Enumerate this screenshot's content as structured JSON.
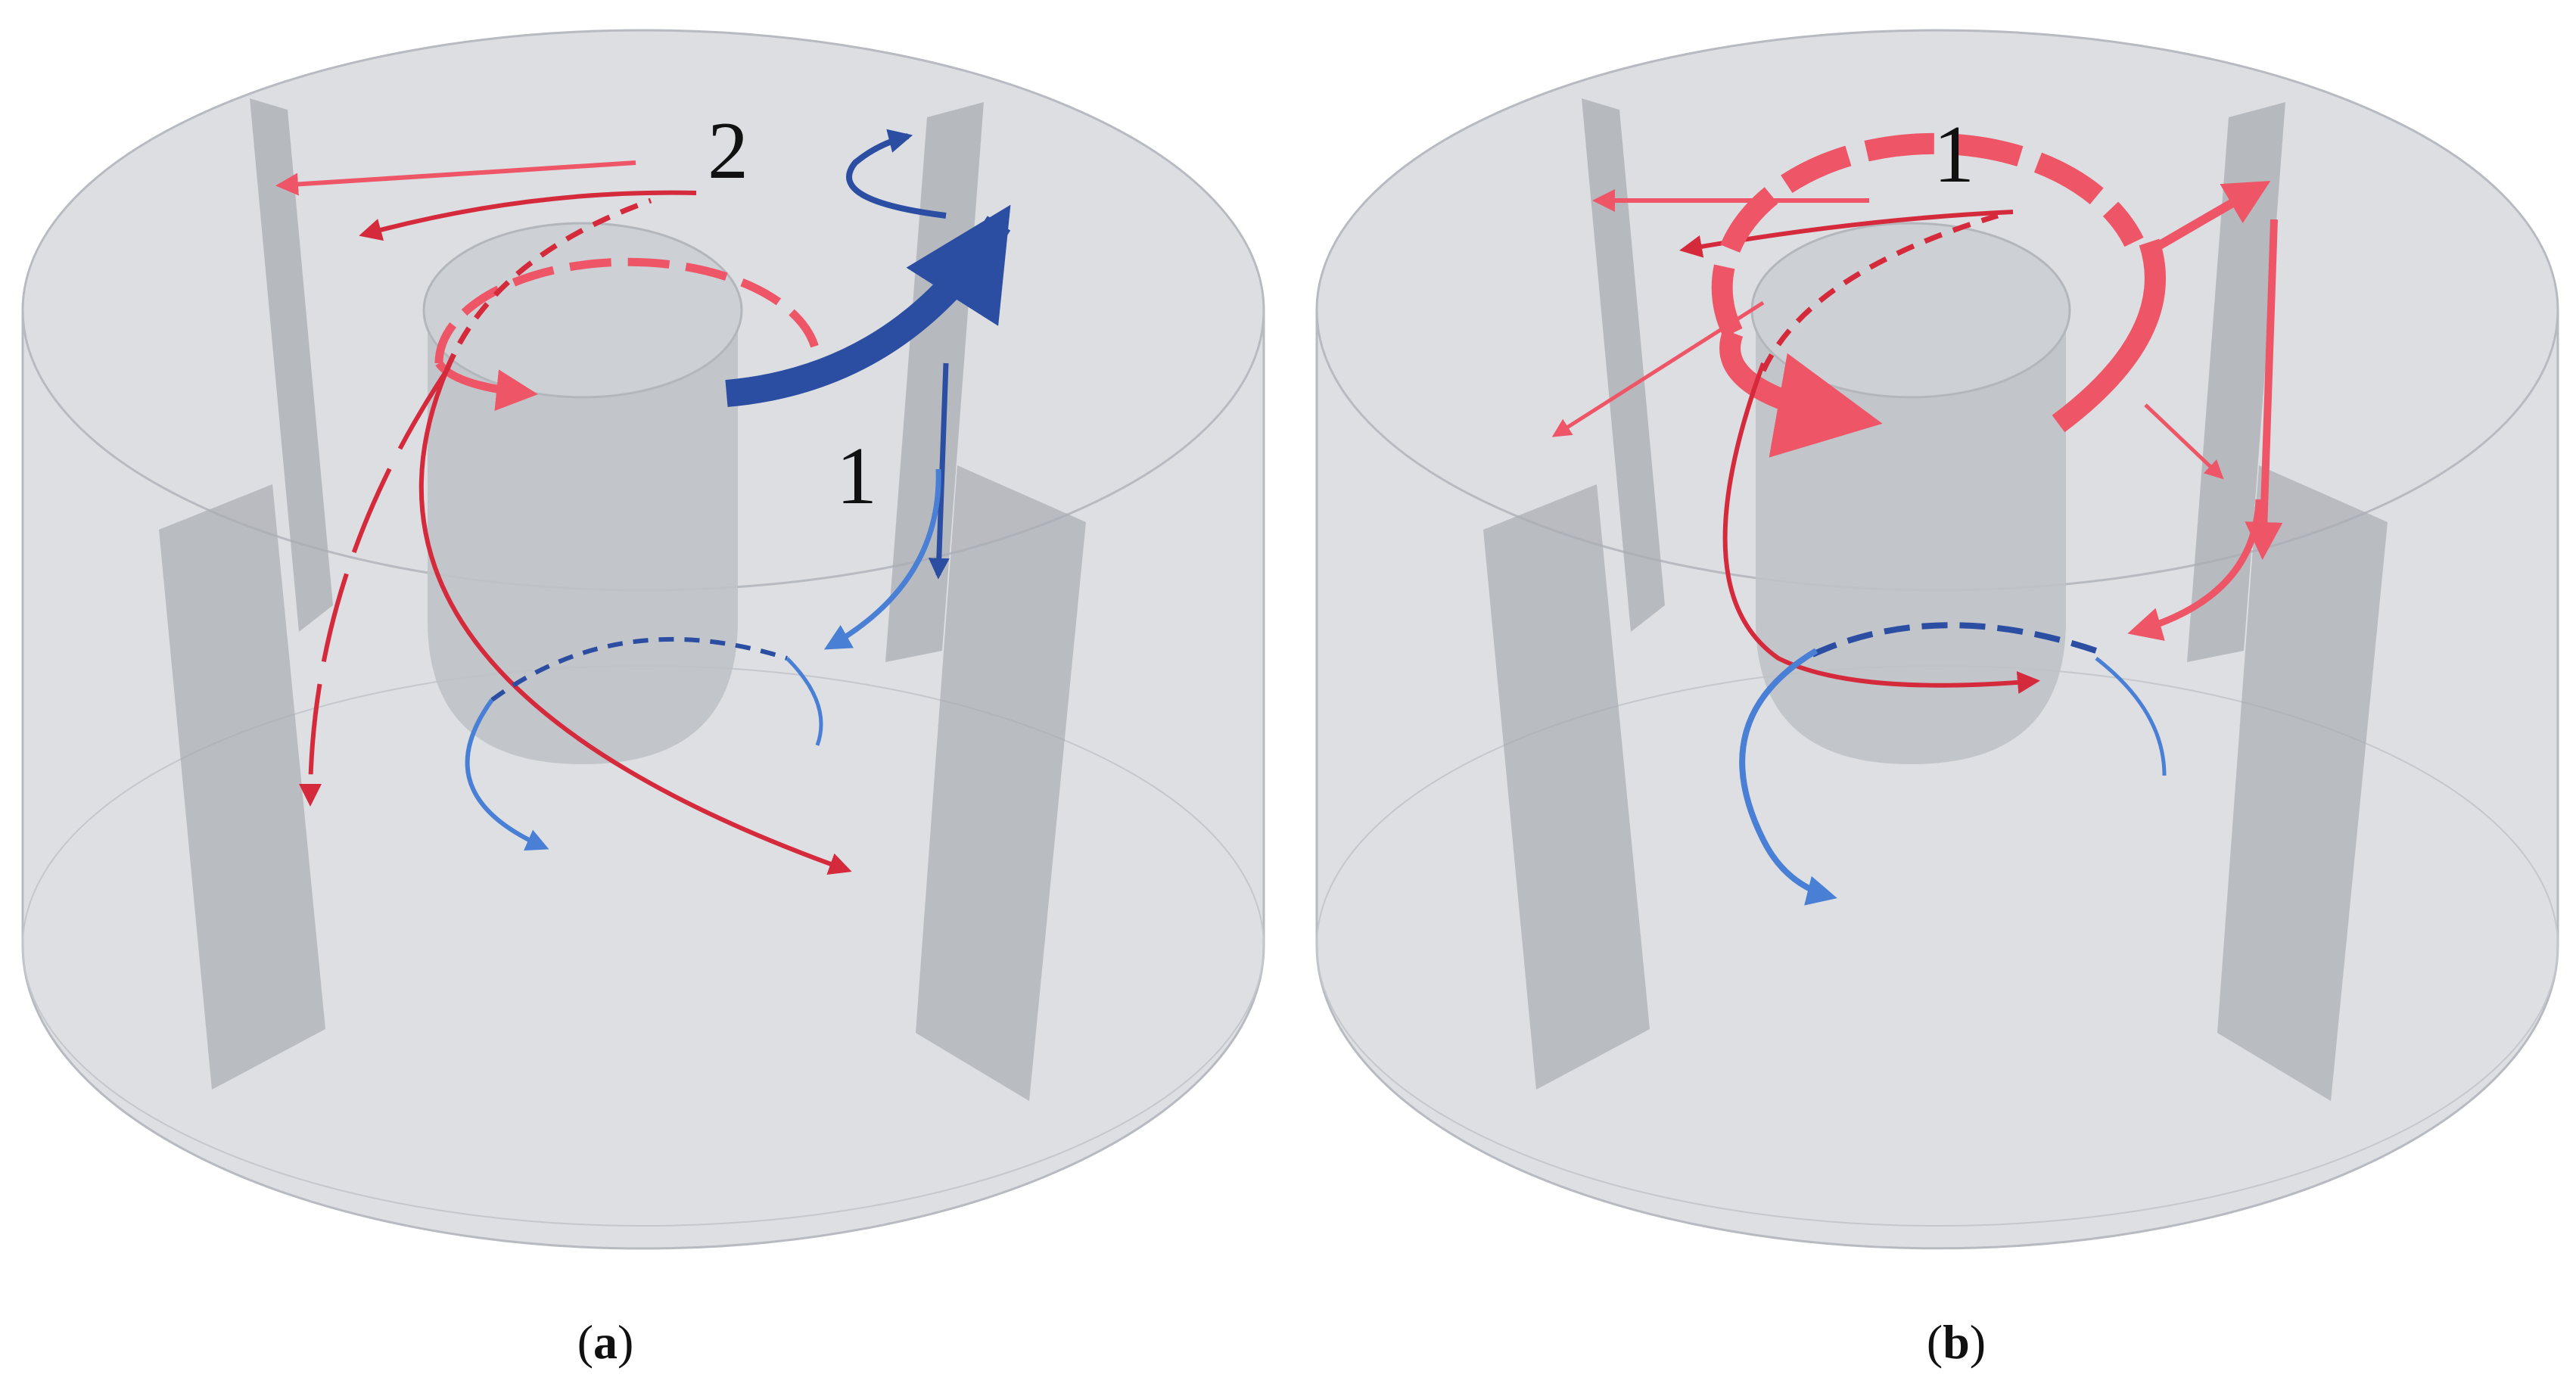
{
  "panels": [
    {
      "id": "a",
      "caption_open": "(",
      "caption_letter": "a",
      "caption_close": ")",
      "flow_labels": [
        "2",
        "1"
      ]
    },
    {
      "id": "b",
      "caption_open": "(",
      "caption_letter": "b",
      "caption_close": ")",
      "flow_labels": [
        "1"
      ]
    }
  ],
  "colors": {
    "tank_fill": "#d7d9dd",
    "tank_edge": "#b7bbc1",
    "baffle": "#a9adb3",
    "shaft": "#c6c9ce",
    "red_primary": "#d42a3c",
    "red_light": "#ee5667",
    "blue_dark": "#2b4ea3",
    "blue_light": "#4a7fd6"
  }
}
